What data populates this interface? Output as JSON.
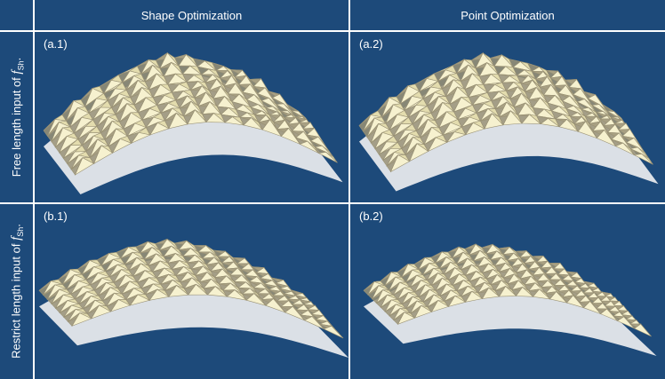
{
  "columns": [
    {
      "label": "Shape Optimization"
    },
    {
      "label": "Point Optimization"
    }
  ],
  "rows": [
    {
      "label_prefix": "Free length input of ",
      "label_symbol": "f",
      "label_subscript": "Sh",
      "label_suffix": "."
    },
    {
      "label_prefix": "Restrict length input of ",
      "label_symbol": "f",
      "label_subscript": "Sh",
      "label_suffix": "."
    }
  ],
  "panels": [
    {
      "id": "a1",
      "label": "(a.1)"
    },
    {
      "id": "a2",
      "label": "(a.2)"
    },
    {
      "id": "b1",
      "label": "(b.1)"
    },
    {
      "id": "b2",
      "label": "(b.2)"
    }
  ],
  "colors": {
    "panel_bg": "#1d4a7a",
    "gap": "#ffffff",
    "text": "#ffffff",
    "surface": "#e6e8ec",
    "facet_light": "#f6f1cf",
    "facet_mid": "#e3dcae",
    "facet_dark": "#9a9275"
  }
}
